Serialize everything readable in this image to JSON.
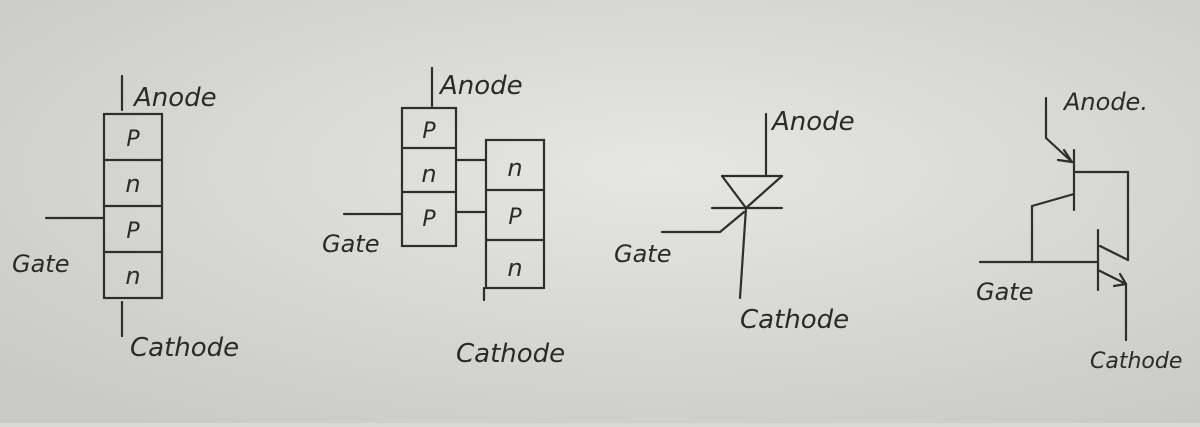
{
  "labels": {
    "anode": "Anode",
    "anode_dot": "Anode.",
    "cathode": "Cathode",
    "gate": "Gate"
  },
  "layers": {
    "p": "P",
    "p_lower": "p",
    "n": "n"
  },
  "colors": {
    "paper": "#d9d9d6",
    "ink": "#2e2e2e"
  }
}
